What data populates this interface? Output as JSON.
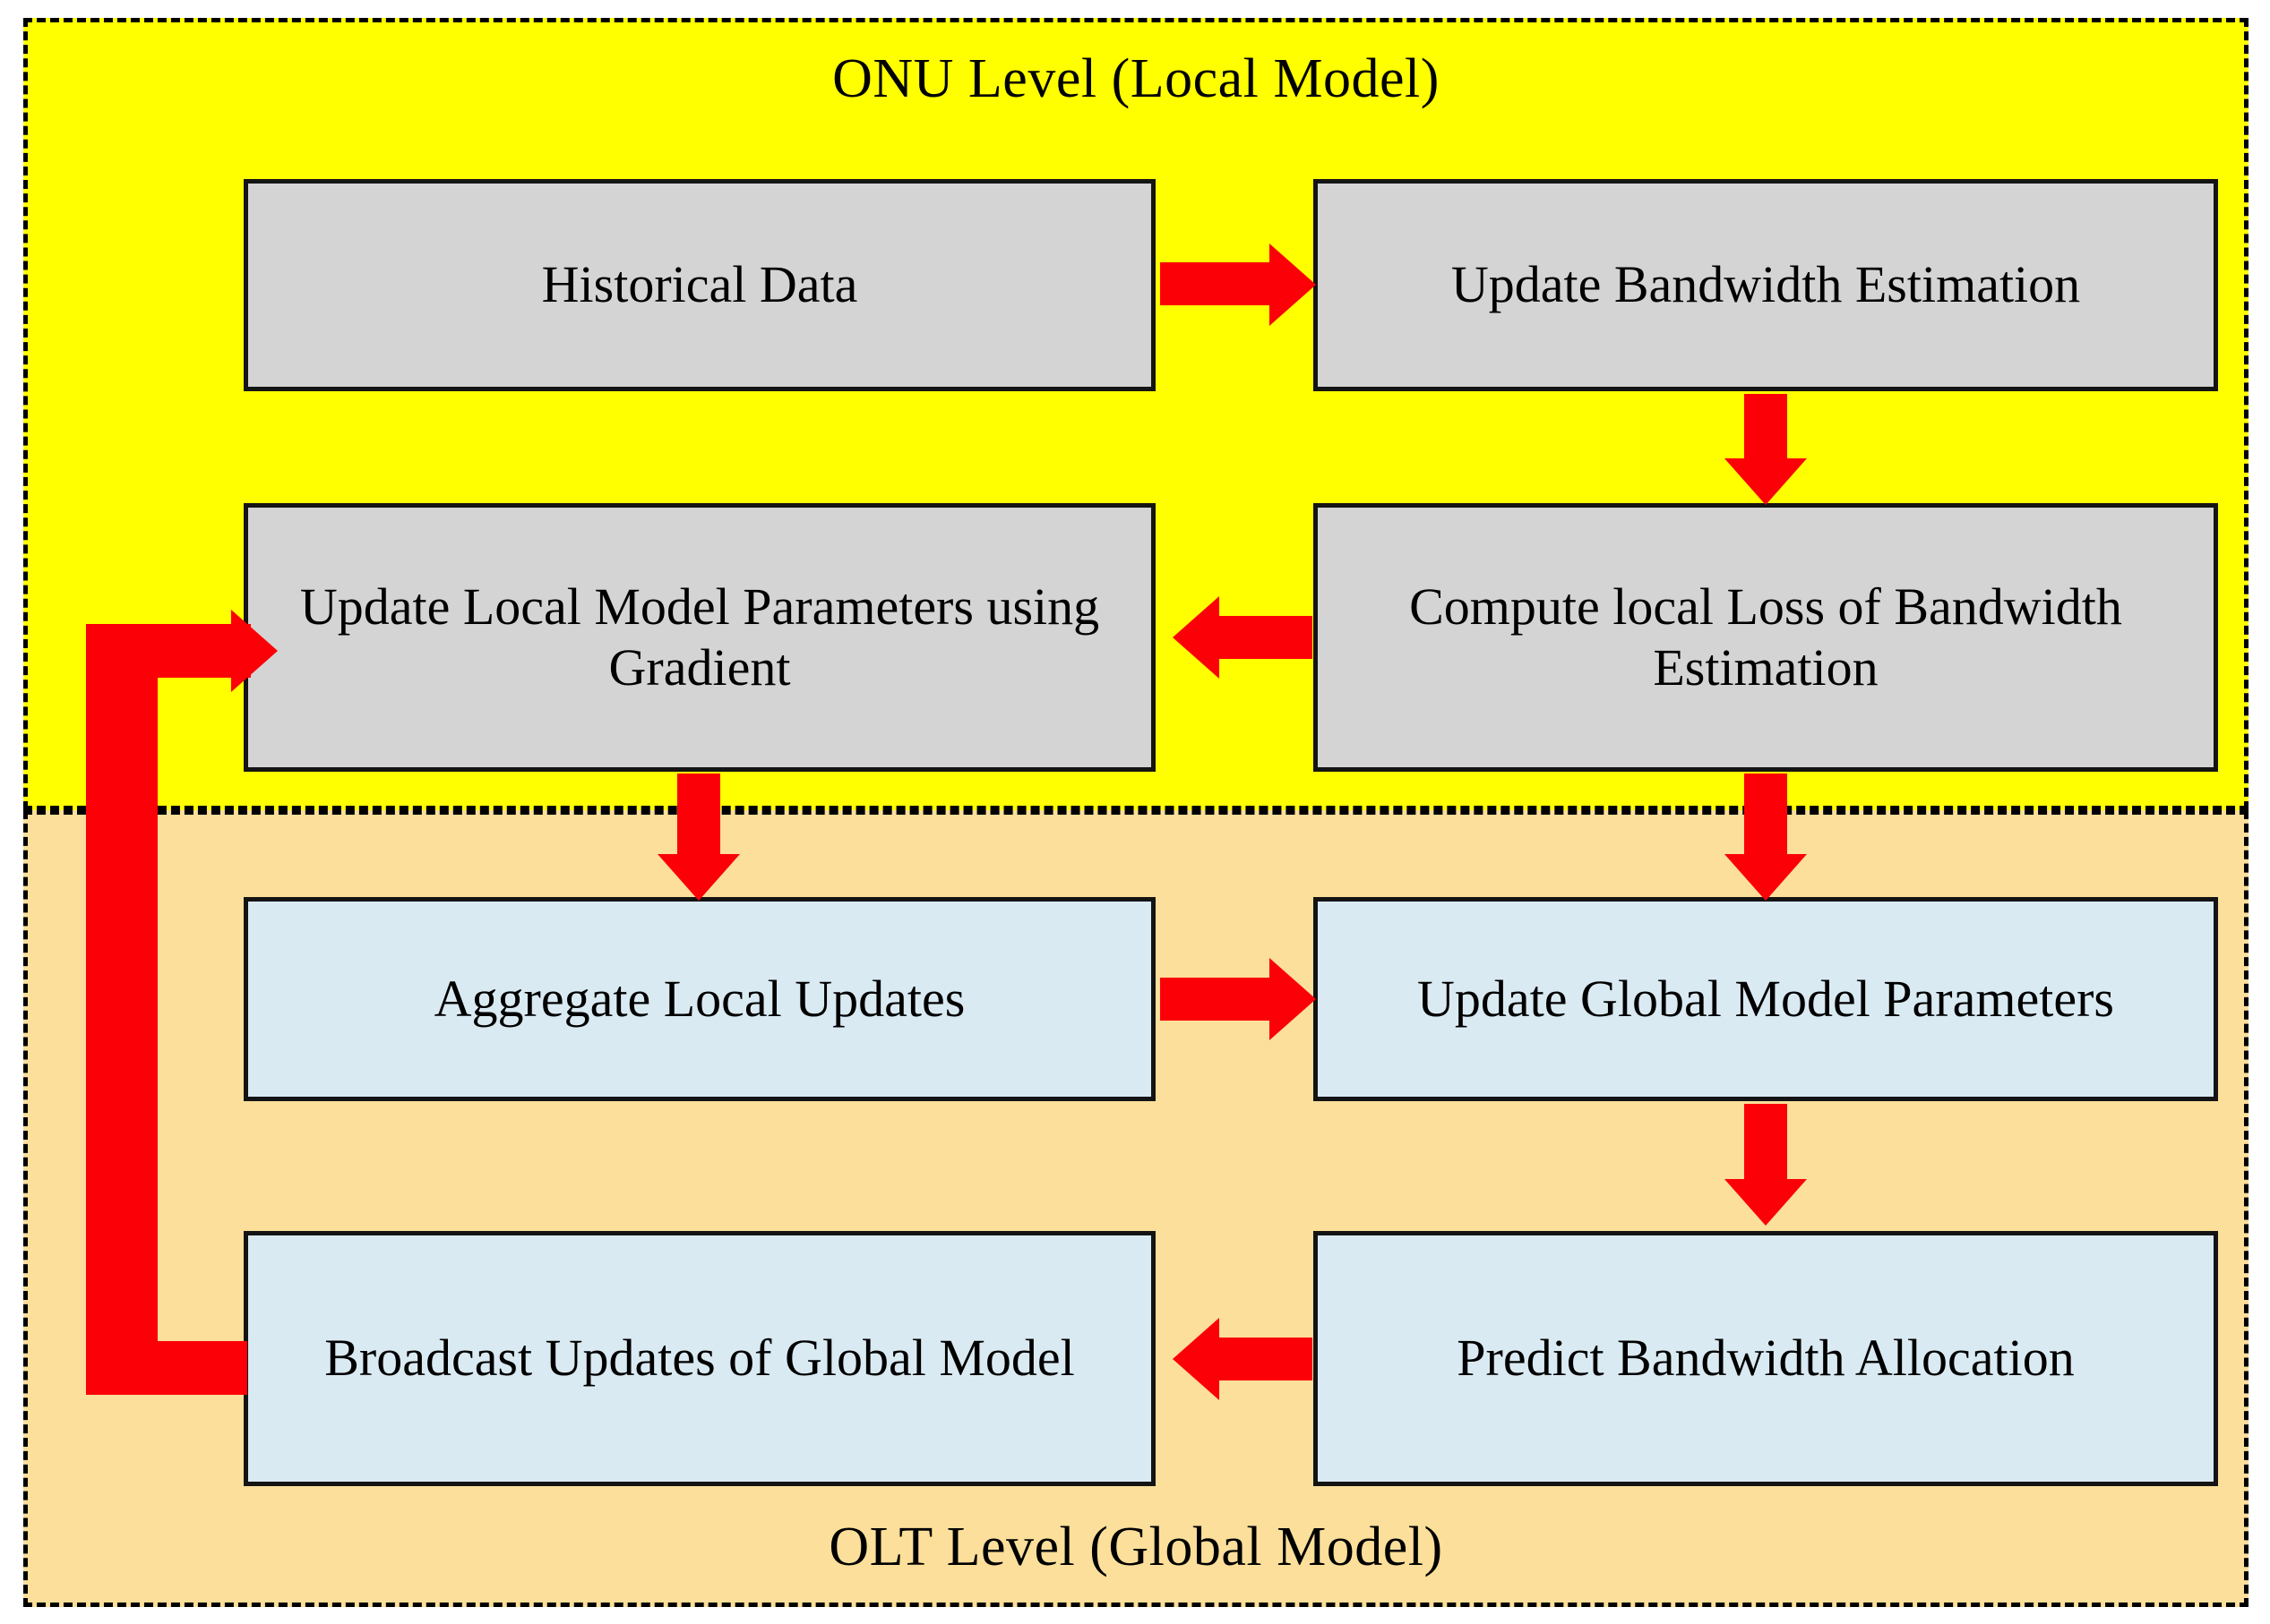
{
  "diagram": {
    "title_onu": "ONU Level (Local Model)",
    "title_olt": "OLT Level (Global Model)",
    "colors": {
      "onu_zone_fill": "#ffff00",
      "olt_zone_fill": "#fbdf9a",
      "local_node_fill": "#d4d4d4",
      "global_node_fill": "#daeaf2",
      "arrow": "#fb0007",
      "border": "#000000"
    },
    "nodes": {
      "historical_data": "Historical Data",
      "update_bandwidth_estimation": "Update Bandwidth Estimation",
      "update_local_model": "Update Local Model Parameters using Gradient",
      "compute_local_loss": "Compute local Loss of Bandwidth Estimation",
      "aggregate_local_updates": "Aggregate Local Updates",
      "update_global_model": "Update Global Model Parameters",
      "broadcast_updates": "Broadcast Updates of Global Model",
      "predict_bandwidth_allocation": "Predict Bandwidth Allocation"
    },
    "edges": [
      {
        "from": "historical_data",
        "to": "update_bandwidth_estimation",
        "direction": "right"
      },
      {
        "from": "update_bandwidth_estimation",
        "to": "compute_local_loss",
        "direction": "down"
      },
      {
        "from": "compute_local_loss",
        "to": "update_local_model",
        "direction": "left"
      },
      {
        "from": "update_local_model",
        "to": "aggregate_local_updates",
        "direction": "down"
      },
      {
        "from": "compute_local_loss",
        "to": "update_global_model",
        "direction": "down"
      },
      {
        "from": "aggregate_local_updates",
        "to": "update_global_model",
        "direction": "right"
      },
      {
        "from": "update_global_model",
        "to": "predict_bandwidth_allocation",
        "direction": "down"
      },
      {
        "from": "predict_bandwidth_allocation",
        "to": "broadcast_updates",
        "direction": "left"
      },
      {
        "from": "broadcast_updates",
        "to": "update_local_model",
        "direction": "feedback-left-up-right"
      }
    ]
  }
}
